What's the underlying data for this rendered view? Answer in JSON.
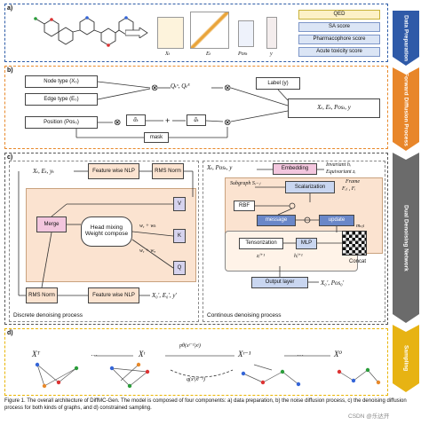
{
  "side_labels": {
    "data_prep": "Data Preparation",
    "forward": "Forward Diffusion Process",
    "denoise": "Dual Denoising Network",
    "sampling": "Sampling"
  },
  "panel_tags": {
    "a": "a)",
    "b": "b)",
    "c": "c)",
    "d": "d)"
  },
  "panel_a": {
    "matrix_labels": [
      "Xₜ",
      "Eₜ",
      "Posₜ",
      "y"
    ],
    "properties": [
      "QED",
      "SA score",
      "Pharmacophore score",
      "Acute toxicity score"
    ]
  },
  "panel_b": {
    "node_type": "Node type (X₀)",
    "edge_type": "Edge type (E₀)",
    "position": "Position (Pos₀)",
    "q_terms": "Qₜˣ, Qₜᴱ",
    "alpha_t": "ᾱₜ",
    "alpha_bar": "āₜ",
    "mask": "mask",
    "label": "Label (y)",
    "output": "Xₜ, Eₜ, Posₜ, y",
    "otimes": "⊗",
    "plus": "+"
  },
  "panel_c_left": {
    "inputs": "Xₜ, Eₜ, yₜ",
    "feature_nlp": "Feature wise NLP",
    "rms_norm": "RMS Norm",
    "v": "V",
    "k": "K",
    "q": "Q",
    "merge": "Merge",
    "head_mix": "Head mixing Weight compose",
    "wy_wk": "wᵧ + wₖ",
    "wy_wq": "wᵧ + wᵩ",
    "rms_norm2": "RMS Norm",
    "feature_nlp2": "Feature wise NLP",
    "out": "X₀', E₀', y'",
    "caption": "Discrete denoising process"
  },
  "panel_c_right": {
    "inputs": "Xₜ, Posₜ, y",
    "embedding": "Embedding",
    "invariant": "Invariant hᵢ",
    "equivariant": "Equivariant zᵢ",
    "subgraph": "Subgraph Sᵢ−ⱼ",
    "scalarization": "Scalarization",
    "frame": "Frame",
    "frame_sub": "Fᵢⱼ , Fᵢ",
    "rbf": "RBF",
    "message": "message",
    "update": "update",
    "m_label": "mₛⱼₗ",
    "tensorization": "Tensorization",
    "mlp": "MLP",
    "concat": "Concat",
    "z_label": "zᵢˡ⁺¹",
    "h_label": "hᵢˡ⁺¹",
    "output_layer": "Output layer",
    "out": "X₀', Pos₀'",
    "caption": "Continous denoising process"
  },
  "panel_d": {
    "states": [
      "Xᵀ",
      "Xᵗ",
      "Xᵗ⁻¹",
      "X⁰"
    ],
    "dots": "···",
    "forward": "pθ(xᵗ⁻¹|xᵗ)",
    "backward": "q(xᵗ|xᵗ⁻¹)"
  },
  "figure_caption": "Figure 1.  The overall architecture of DiffMC-Gen. The model is composed of four components: a) data preparation, b) the noise diffusion process, c) the denoising diffusion process for both kinds of graphs, and d) constrained sampling.",
  "watermark": "CSDN @乐达开",
  "colors": {
    "panel_blue": "#2f5da8",
    "panel_orange": "#e8892b",
    "panel_gray": "#555555",
    "panel_yellow": "#e9b400",
    "side_blue": "#2f5aa8",
    "side_orange": "#e8862a",
    "side_gray": "#6b6b6b",
    "side_yellow": "#e7b313",
    "peach": "#fbe3d0",
    "lavender": "#d6d3ee",
    "pink": "#f3c6de",
    "blue_box": "#c9d6f0"
  }
}
